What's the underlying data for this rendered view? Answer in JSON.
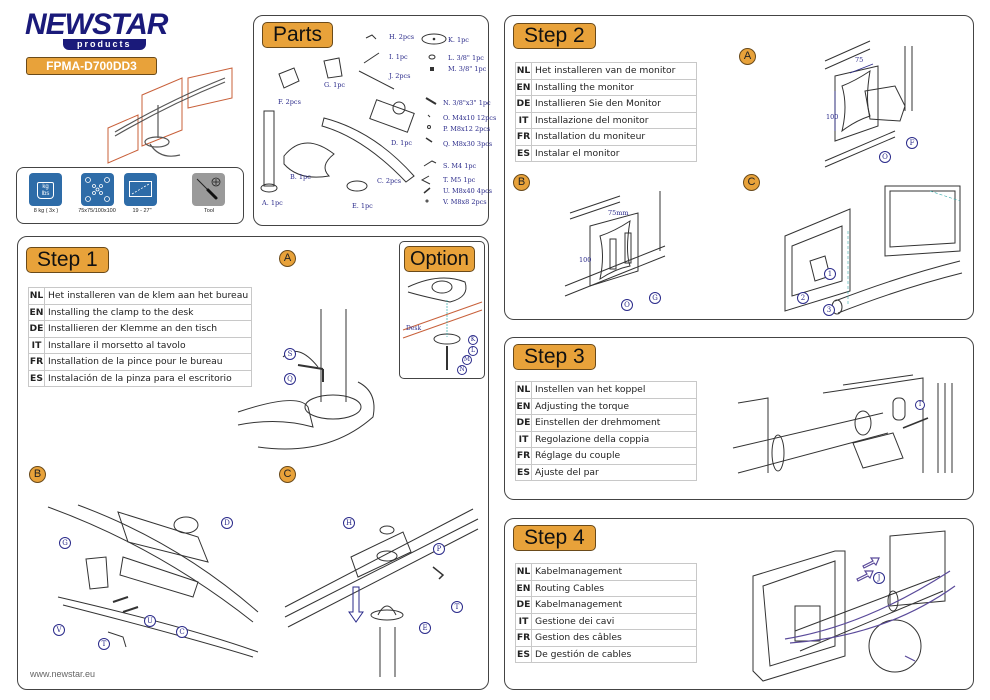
{
  "header": {
    "brand": "NEWSTAR",
    "brand_sub": "products",
    "model": "FPMA-D700DD3"
  },
  "specs": [
    {
      "icon": "weight-icon",
      "label": "8 kg  ( 3x )"
    },
    {
      "icon": "vesa-pattern-icon",
      "label": "75x75/100x100"
    },
    {
      "icon": "screen-size-icon",
      "label": "19 - 27\""
    },
    {
      "icon": "screwdriver-icon",
      "label": "Tool"
    }
  ],
  "parts": {
    "title": "Parts",
    "items": [
      "A. 1pc",
      "B. 1pc",
      "C. 2pcs",
      "D. 1pc",
      "E. 1pc",
      "F. 2pcs",
      "G. 1pc",
      "H. 2pcs",
      "I. 1pc",
      "J. 2pcs",
      "K. 1pc",
      "L. 3/8\" 1pc",
      "M. 3/8\" 1pc",
      "N. 3/8\"x3\" 1pc",
      "O. M4x10 12pcs",
      "P. M8x12 2pcs",
      "Q. M8x30 3pcs",
      "S. M4 1pc",
      "T. M5 1pc",
      "U. M8x40 4pcs",
      "V. M8x8 2pcs"
    ]
  },
  "steps": [
    {
      "title": "Step 1",
      "rows": [
        {
          "code": "NL",
          "text": "Het installeren van de klem aan het bureau"
        },
        {
          "code": "EN",
          "text": "Installing the clamp to the desk"
        },
        {
          "code": "DE",
          "text": "Installieren der Klemme an den tisch"
        },
        {
          "code": "IT",
          "text": "Installare il morsetto al tavolo"
        },
        {
          "code": "FR",
          "text": "Installation de la pince pour le bureau"
        },
        {
          "code": "ES",
          "text": "Instalación de la pinza para el escritorio"
        }
      ],
      "substeps": [
        "A",
        "B",
        "C"
      ],
      "option_title": "Option",
      "desk_label": "Desk"
    },
    {
      "title": "Step 2",
      "rows": [
        {
          "code": "NL",
          "text": "Het installeren van de monitor"
        },
        {
          "code": "EN",
          "text": "Installing the monitor"
        },
        {
          "code": "DE",
          "text": "Installieren Sie den Monitor"
        },
        {
          "code": "IT",
          "text": "Installazione del monitor"
        },
        {
          "code": "FR",
          "text": "Installation du moniteur"
        },
        {
          "code": "ES",
          "text": "Instalar el monitor"
        }
      ],
      "substeps": [
        "A",
        "B",
        "C"
      ],
      "dims": [
        "75",
        "100",
        "75mm",
        "100"
      ]
    },
    {
      "title": "Step 3",
      "rows": [
        {
          "code": "NL",
          "text": "Instellen van het koppel"
        },
        {
          "code": "EN",
          "text": "Adjusting the torque"
        },
        {
          "code": "DE",
          "text": "Einstellen der drehmoment"
        },
        {
          "code": "IT",
          "text": "Regolazione della coppia"
        },
        {
          "code": "FR",
          "text": "Réglage du couple"
        },
        {
          "code": "ES",
          "text": "Ajuste del par"
        }
      ]
    },
    {
      "title": "Step 4",
      "rows": [
        {
          "code": "NL",
          "text": "Kabelmanagement"
        },
        {
          "code": "EN",
          "text": "Routing Cables"
        },
        {
          "code": "DE",
          "text": "Kabelmanagement"
        },
        {
          "code": "IT",
          "text": "Gestione dei cavi"
        },
        {
          "code": "FR",
          "text": "Gestion des câbles"
        },
        {
          "code": "ES",
          "text": "De gestión de cables"
        }
      ]
    }
  ],
  "callouts": {
    "s1a": [
      "S",
      "Q"
    ],
    "option": [
      "K",
      "L",
      "M",
      "N"
    ],
    "s1b": [
      "G",
      "D",
      "V",
      "T",
      "U",
      "C"
    ],
    "s1c": [
      "H",
      "P",
      "T",
      "E"
    ],
    "s2a": [
      "F",
      "O"
    ],
    "s2b": [
      "O",
      "G"
    ],
    "s2c": [
      "1",
      "2",
      "3"
    ],
    "s3": [
      "I"
    ],
    "s4": [
      "J"
    ]
  },
  "footer": {
    "url": "www.newstar.eu"
  },
  "colors": {
    "accent": "#e8a23a",
    "callout": "#2a2a8a",
    "brand": "#1a1a7a",
    "monitor_outline": "#c8603a"
  }
}
